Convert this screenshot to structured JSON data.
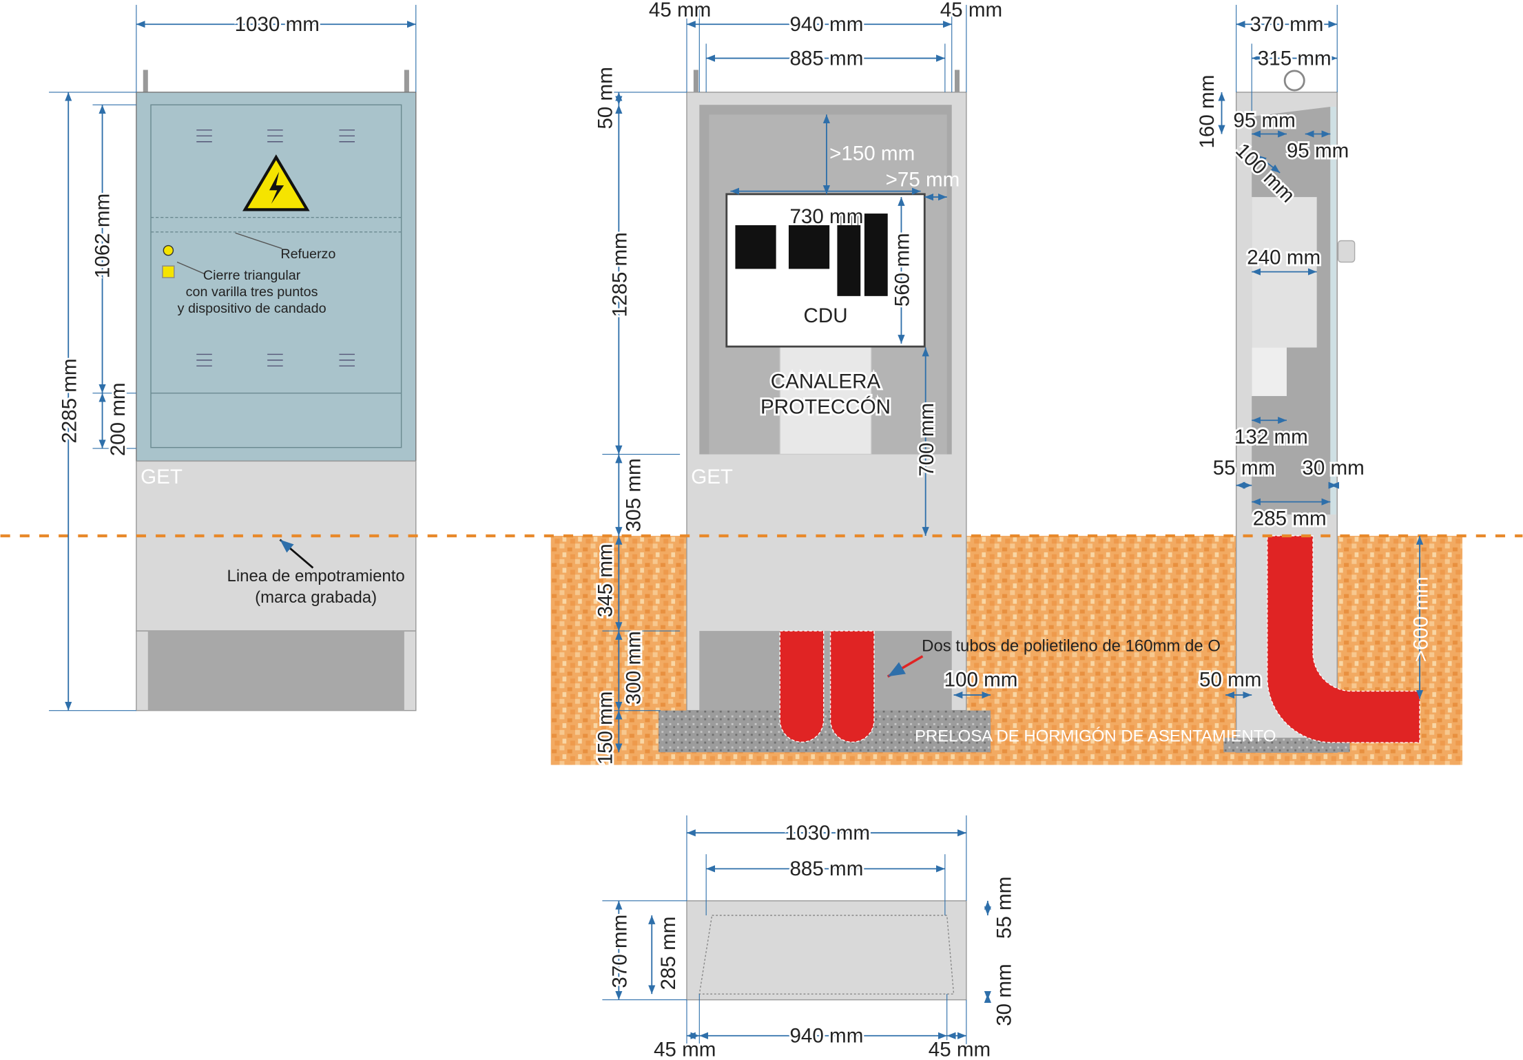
{
  "colors": {
    "door": "#a9c3cb",
    "body": "#d9d9d9",
    "inner": "#a8a8a8",
    "ground": "#f0a860",
    "pipe": "#e02424",
    "dim": "#2e6faa",
    "embed_line": "#e8892b"
  },
  "front_view": {
    "width": "1030 mm",
    "height_total": "2285 mm",
    "height_door": "1062 mm",
    "height_base": "200 mm",
    "label_reinforcement": "Refuerzo",
    "label_lock_1": "Cierre triangular",
    "label_lock_2": "con varilla tres puntos",
    "label_lock_3": "y dispositivo de candado",
    "brand": "GET",
    "label_embed_1": "Linea de empotramiento",
    "label_embed_2": "(marca grabada)"
  },
  "section_view": {
    "side_left": "45 mm",
    "inner_width": "940 mm",
    "side_right": "45 mm",
    "door_width": "885 mm",
    "top": "50 mm",
    "height_upper": "1285 mm",
    "height_above_ground": "305 mm",
    "buried": "345 mm",
    "pipe_zone": "300 mm",
    "slab": "150 mm",
    "clear_top": ">150 mm",
    "clear_side": ">75 mm",
    "cdu_width": "730 mm",
    "cdu_height": "560 mm",
    "cdu_label": "CDU",
    "channel_1": "CANALERA",
    "channel_2": "PROTECCÓN",
    "channel_height": "700 mm",
    "brand": "GET",
    "pipes_label": "Dos tubos de polietileno de 160mm de O",
    "pipe_gap": "100 mm",
    "slab_label": "PRELOSA DE HORMIGÓN DE ASENTAMIENTO"
  },
  "side_view": {
    "depth": "370 mm",
    "inner_depth": "315 mm",
    "roof": "160 mm",
    "d95a": "95 mm",
    "d95b": "95 mm",
    "d100": "100 mm",
    "d240": "240 mm",
    "d132": "132 mm",
    "d55": "55 mm",
    "d30": "30 mm",
    "d285": "285 mm",
    "d600": ">600 mm",
    "d50": "50 mm"
  },
  "plan_view": {
    "width": "1030 mm",
    "inner": "885 mm",
    "depth": "370 mm",
    "inner_depth": "285 mm",
    "front": "55 mm",
    "back": "30 mm",
    "side_left": "45 mm",
    "mid": "940 mm",
    "side_right": "45 mm"
  }
}
